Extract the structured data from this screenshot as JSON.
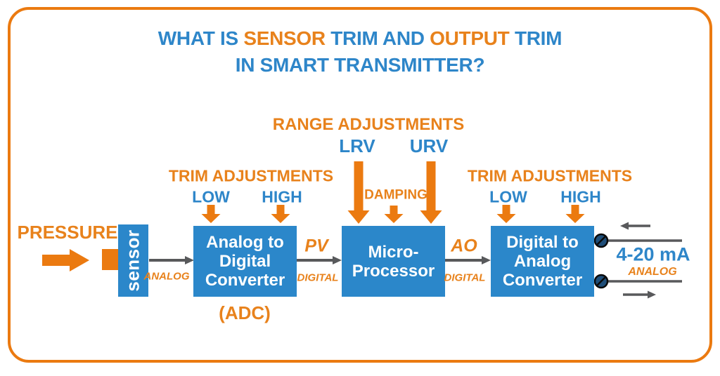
{
  "colors": {
    "accent_orange_text": "#E8821C",
    "accent_orange_shape": "#EB7A10",
    "accent_blue_text": "#2E86C9",
    "block_blue": "#2B87CA",
    "connector_gray": "#58595B",
    "terminal_navy": "#1F4E79",
    "block_text": "#FFFFFF"
  },
  "title": {
    "segments": [
      {
        "text": "WHAT IS ",
        "color": "blue"
      },
      {
        "text": "SENSOR",
        "color": "orange"
      },
      {
        "text": " TRIM AND ",
        "color": "blue"
      },
      {
        "text": "OUTPUT",
        "color": "orange"
      },
      {
        "text": " TRIM",
        "color": "blue"
      }
    ],
    "line2": "IN SMART TRANSMITTER?"
  },
  "input": {
    "label": "PRESSURE"
  },
  "blocks": {
    "sensor": "sensor",
    "adc": "Analog to Digital Converter",
    "adc_caption": "(ADC)",
    "micro": "Micro-Processor",
    "dac": "Digital to Analog Converter"
  },
  "annotations": {
    "trim_left": {
      "title": "TRIM ADJUSTMENTS",
      "low": "LOW",
      "high": "HIGH"
    },
    "range": {
      "title": "RANGE ADJUSTMENTS",
      "lrv": "LRV",
      "urv": "URV",
      "damping": "DAMPING"
    },
    "trim_right": {
      "title": "TRIM ADJUSTMENTS",
      "low": "LOW",
      "high": "HIGH"
    }
  },
  "signals": {
    "sensor_to_adc": {
      "type": "ANALOG"
    },
    "adc_to_micro": {
      "name": "PV",
      "type": "DIGITAL"
    },
    "micro_to_dac": {
      "name": "AO",
      "type": "DIGITAL"
    },
    "output": {
      "name": "4-20 mA",
      "type": "ANALOG"
    }
  },
  "icons": {
    "terminal": "screw-terminal-icon",
    "flow_arrows": "orange-adjustment-arrows"
  }
}
